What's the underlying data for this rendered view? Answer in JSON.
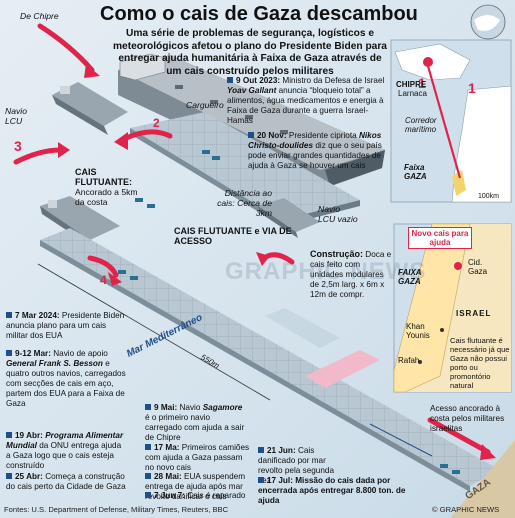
{
  "title": "Como o cais de Gaza descambou",
  "intro": "Uma série de problemas de segurança, logísticos e meteorológicos afetou o plano do Presidente Biden para entregar ajuda humanitária à Faixa de Gaza através de um cais construído pelos militares",
  "labels": {
    "de_chipre": "De Chipre",
    "navio_lcu": "Navio LCU",
    "cargueiro": "Cargueiro",
    "cais_flutuante_title": "CAIS FLUTUANTE:",
    "cais_flutuante_desc": "Ancorado a 5km da costa",
    "distancia": "Distância ao cais: Cerca de 3km",
    "navio_lcu_vazio": "Navio LCU vazio",
    "cais_via": "CAIS FLUTUANTE e VIA DE ACESSO",
    "construcao_title": "Construção:",
    "construcao_desc": "Doca e cais feito com unidades modulares de 2,5m larg. x 6m x 12m de compr.",
    "mar": "Mar Mediterrâneo",
    "distance_550": "550m",
    "gaza_coast": "GAZA",
    "acesso": "Acesso ancorado à costa pelos militares israelitas",
    "arrow1": "1",
    "arrow2": "2",
    "arrow3": "3",
    "arrow4": "4",
    "watermark": "GRAPHIC NEWS"
  },
  "events_top": [
    {
      "date": "9 Out 2023:",
      "text": "Ministro da Defesa de Israel",
      "name": "Yoav Gallant",
      "rest": "anuncia “bloqueio total” a alimentos, água medicamentos e energia à Faixa de Gaza durante a guerra Israel-Hamas"
    },
    {
      "date": "20 Nov:",
      "text": "Presidente cipriota",
      "name": "Nikos Christo-doulides",
      "rest": "diz que o seu país pode enviar grandes quantidades de ajuda à Gaza se houver um cais"
    }
  ],
  "events_left": [
    {
      "date": "7 Mar 2024:",
      "text": "Presidente Biden anuncia plano para um cais militar dos EUA"
    },
    {
      "date": "9-12 Mar:",
      "text": "Navio de apoio",
      "name": "General Frank S. Besson",
      "rest": "e quatro outros navios, carregados com secções de cais em aço, partem dos EUA para a Faixa de Gaza"
    },
    {
      "date": "19 Abr:",
      "name": "Programa Alimentar Mundial",
      "rest": "da ONU entrega ajuda a Gaza logo que o cais esteja construído"
    },
    {
      "date": "25 Abr:",
      "text": "Começa a construção do cais perto da Cidade de Gaza"
    }
  ],
  "events_mid": [
    {
      "date": "9 Mai:",
      "text": "Navio",
      "name": "Sagamore",
      "rest": "é o primeiro navio carregado com ajuda a sair de Chipre"
    },
    {
      "date": "17 Ma:",
      "text": "Primeiros camiões com ajuda a Gaza passam no novo cais"
    },
    {
      "date": "28 Mai:",
      "text": "EUA suspendem entrega de ajuda após mar revolto danificar o cais"
    },
    {
      "date": "7 Jun 7:",
      "text": "Cais é reparado"
    }
  ],
  "events_right": [
    {
      "date": "21 Jun:",
      "text": "Cais danificado por mar revolto pela segunda vez"
    },
    {
      "date": "17 Jul:",
      "text": "Missão do cais dada por encerrada após entregar 8.800 ton. de ajuda",
      "bold": true
    }
  ],
  "map1": {
    "chipre": "CHIPRE",
    "larnaca": "Larnaca",
    "corredor": "Corredor marítimo",
    "faixa_gaza": "Faixa GAZA",
    "scale": "100km",
    "num": "1"
  },
  "map2": {
    "callout": "Novo cais para ajuda",
    "faixa_gaza": "FAIXA GAZA",
    "cid_gaza": "Cid. Gaza",
    "israel": "ISRAEL",
    "khan_younis": "Khan Younis",
    "rafah": "Rafah",
    "note": "Cais flutuante é necessário já que Gaza não possui porto ou promontório natural"
  },
  "footer": {
    "sources": "Fontes: U.S. Department of Defense, Military Times, Reuters, BBC",
    "copyright": "© GRAPHIC NEWS"
  },
  "colors": {
    "accent_red": "#e0234a",
    "navy": "#1f4f8a",
    "sea": "#cfe0ec",
    "land": "#ffffff"
  }
}
